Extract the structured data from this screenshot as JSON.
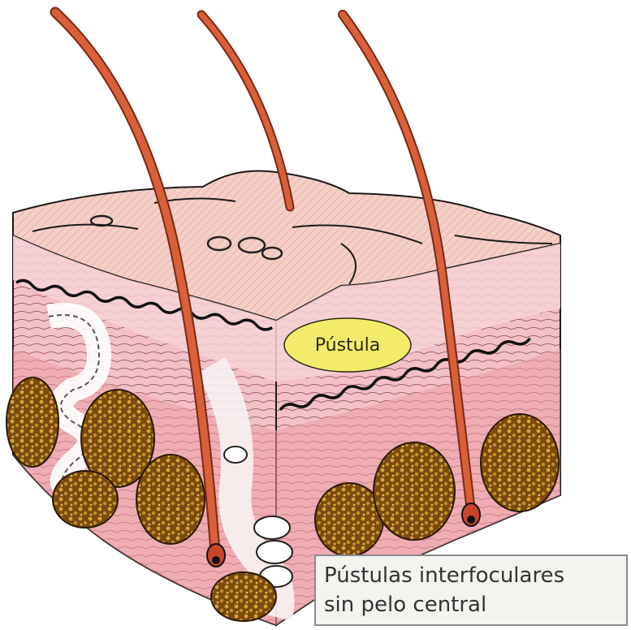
{
  "labels": {
    "pustule": "Pústula",
    "caption_line1": "Pústulas interfoculares",
    "caption_line2": "sin pelo central"
  },
  "colors": {
    "epidermis": "#f3c9c4",
    "dermis": "#f2b3b8",
    "hair": "#d2502c",
    "gland": "#8a5a12",
    "gland_dots": "#d8a336",
    "pustule_bubble": "#f2ec6a",
    "outline": "#1a1a1a"
  }
}
